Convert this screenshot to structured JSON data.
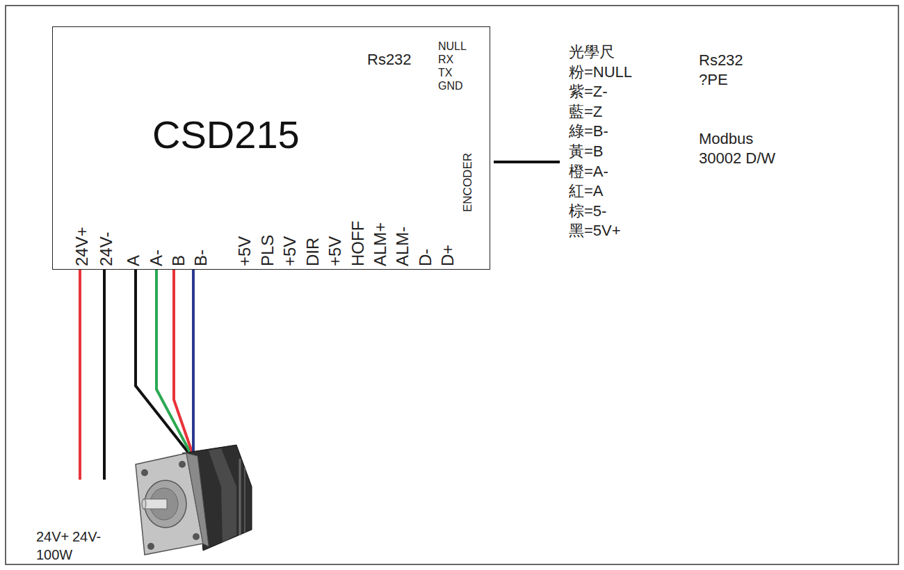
{
  "diagram": {
    "nodes": [
      {
        "text": [
          "CSD215"
        ]
      }
    ],
    "labels": [
      "Rs232",
      "NULL",
      "RX",
      "TX",
      "GND",
      "ENCODER",
      "24V+",
      "24V-",
      "A",
      "A-",
      "B",
      "B-",
      "+5V",
      "PLS",
      "+5V",
      "DIR",
      "+5V",
      "HOFF",
      "ALM+",
      "ALM-",
      "D-",
      "D+",
      "光學尺",
      "粉=NULL",
      "紫=Z-",
      "藍=Z",
      "綠=B-",
      "黃=B",
      "橙=A-",
      "紅=A",
      "棕=5-",
      "黑=5V+",
      "Rs232",
      "?PE",
      "Modbus",
      "30002 D/W",
      "24V+",
      "24V-",
      "100W"
    ]
  }
}
